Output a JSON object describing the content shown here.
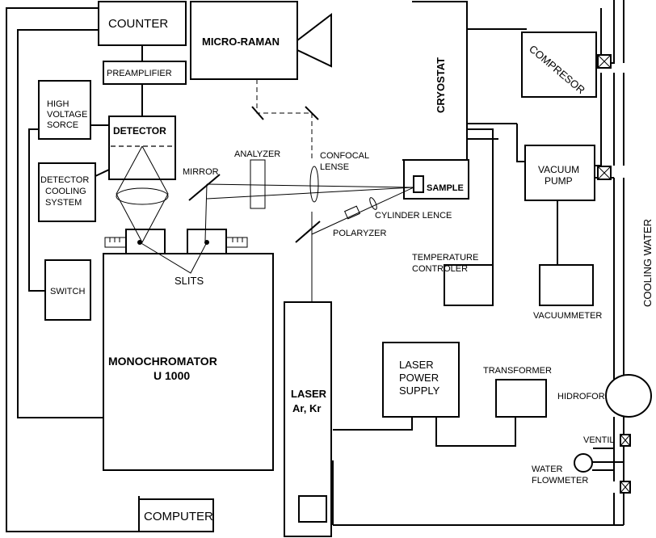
{
  "labels": {
    "counter": "COUNTER",
    "micro_raman": "MICRO-RAMAN",
    "cryostat": "CRYOSTAT",
    "compresor": "COMPRESOR",
    "preamplifier": "PREAMPLIFIER",
    "high_voltage_1": "HIGH",
    "high_voltage_2": "VOLTAGE",
    "high_voltage_3": "SORCE",
    "detector": "DETECTOR",
    "detector_cooling_1": "DETECTOR",
    "detector_cooling_2": "COOLING",
    "detector_cooling_3": "SYSTEM",
    "mirror": "MIRROR",
    "analyzer": "ANALYZER",
    "confocal_1": "CONFOCAL",
    "confocal_2": "LENSE",
    "sample": "SAMPLE",
    "cylinder_lence": "CYLINDER LENCE",
    "polaryzer": "POLARYZER",
    "vacuum_pump_1": "VACUUM",
    "vacuum_pump_2": "PUMP",
    "switch": "SWITCH",
    "slits": "SLITS",
    "temperature_1": "TEMPERATURE",
    "temperature_2": "CONTROLER",
    "vacuummeter": "VACUUMMETER",
    "cooling_water": "COOLING WATER",
    "monochromator_1": "MONOCHROMATOR",
    "monochromator_2": "U 1000",
    "laser_1": "LASER",
    "laser_2": "Ar, Kr",
    "laser_power_1": "LASER",
    "laser_power_2": "POWER",
    "laser_power_3": "SUPPLY",
    "transformer": "TRANSFORMER",
    "hidrofor": "HIDROFOR",
    "ventil": "VENTIL",
    "water_flowmeter_1": "WATER",
    "water_flowmeter_2": "FLOWMETER",
    "computer": "COMPUTER"
  }
}
